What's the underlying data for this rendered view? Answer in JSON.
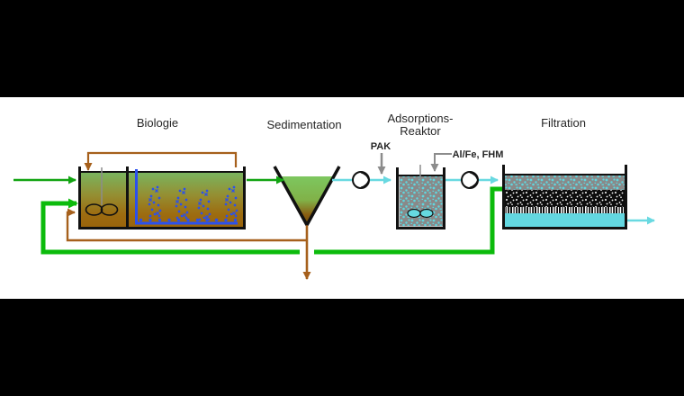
{
  "figure": {
    "type": "process-flow-diagram",
    "subject": "wastewater treatment train with powdered activated carbon adsorption"
  },
  "stages": {
    "biologie": {
      "label": "Biologie"
    },
    "sedimentation": {
      "label": "Sedimentation"
    },
    "adsorption": {
      "line1": "Adsorptions-",
      "line2": "Reaktor"
    },
    "filtration": {
      "label": "Filtration"
    }
  },
  "dosing": {
    "pak": {
      "label": "PAK"
    },
    "coagulant": {
      "label": "Al/Fe, FHM"
    }
  },
  "icons": {
    "pump": "circle-with-impeller",
    "biologie_stirrer": "shaft-with-infinity-paddle",
    "adsorption_stirrer": "shaft-with-twin-propeller",
    "aeration": "blue-pipe-with-nozzles-and-bubbles",
    "dosing_arrow": "gray-down-arrow"
  },
  "colors": {
    "background": "#000000",
    "slide": "#ffffff",
    "influent_green": "#12a412",
    "recycle_green": "#0cbb0c",
    "sludge_brown": "#a6601c",
    "clearwater_cyan": "#69d9e1",
    "aeration_blue": "#2a50ee",
    "dosing_gray": "#8c8c8c",
    "biology_fill_top": "#7ab45e",
    "biology_fill_bottom": "#9a640c",
    "adsorbent_gray": "#898989",
    "speckle_cyan": "#5fd8e0",
    "filter_media_black": "#0d0d0d",
    "filtrate_cyan": "#63d7e0",
    "outline_black": "#111111"
  }
}
